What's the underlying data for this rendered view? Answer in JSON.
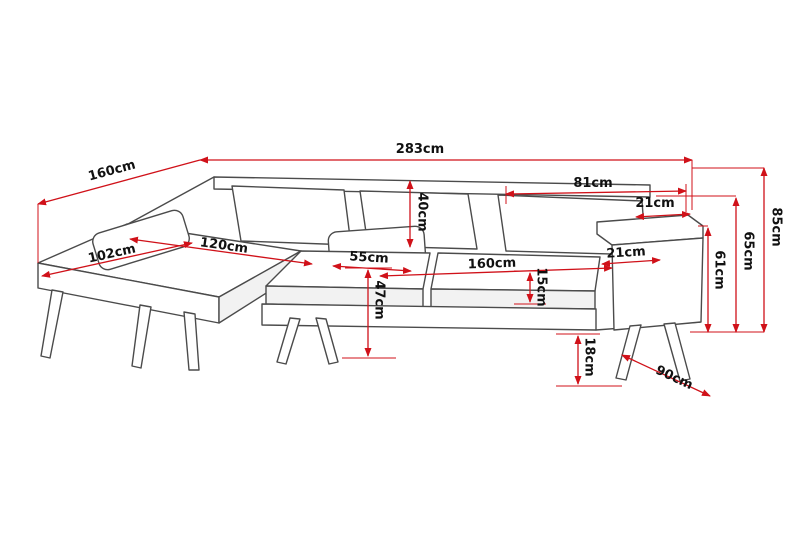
{
  "diagram": {
    "name": "corner-sofa-dimension-diagram",
    "unit": "cm",
    "colors": {
      "background": "#ffffff",
      "dimension_lines": "#d01119",
      "sofa_outline": "#4b4b4b",
      "label_text": "#111111"
    },
    "labels": {
      "total_width": "283cm",
      "chaise_length": "160cm",
      "back_cushion_width": "81cm",
      "backrest_thickness": "21cm",
      "total_height": "85cm",
      "backrest_height": "65cm",
      "armrest_height": "61cm",
      "back_cushion_height": "40cm",
      "chaise_width": "120cm",
      "chaise_seat_length": "102cm",
      "seat_cushion_width": "55cm",
      "seat_width": "160cm",
      "armrest_width": "21cm",
      "seat_cushion_thickness": "15cm",
      "seat_height": "47cm",
      "leg_height": "18cm",
      "seat_depth": "90cm"
    },
    "values_cm": {
      "total_width": 283,
      "chaise_length": 160,
      "back_cushion_width": 81,
      "backrest_thickness": 21,
      "total_height": 85,
      "backrest_height": 65,
      "armrest_height": 61,
      "back_cushion_height": 40,
      "chaise_width": 120,
      "chaise_seat_length": 102,
      "seat_cushion_width": 55,
      "seat_width": 160,
      "armrest_width": 21,
      "seat_cushion_thickness": 15,
      "seat_height": 47,
      "leg_height": 18,
      "seat_depth": 90
    }
  }
}
